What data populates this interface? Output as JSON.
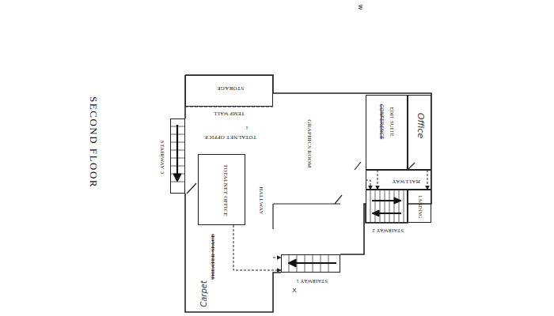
{
  "diagram": {
    "nodes": [
      {
        "text": [
          "STORAGE"
        ]
      },
      {
        "text": [
          "TOTALNET OFFICE"
        ]
      },
      {
        "text": [
          "TOTALNET OFFICE"
        ]
      },
      {
        "text": [
          "HALLWAY"
        ]
      },
      {
        "text": [
          "THEATER SPACE",
          "Carpet"
        ]
      },
      {
        "text": [
          "STAIRWAY 3"
        ]
      },
      {
        "text": [
          "GRAPHICS ROOM"
        ]
      },
      {
        "text": [
          "CONFERENCE",
          "EDIT SUITE"
        ]
      },
      {
        "text": [
          "Office"
        ]
      },
      {
        "text": [
          "HALLWAY"
        ]
      },
      {
        "text": [
          "STAIRWAY 2"
        ]
      },
      {
        "text": [
          "LANDING"
        ]
      },
      {
        "text": [
          "STAIRWAY 1"
        ]
      }
    ],
    "edges": [
      {
        "from": 2,
        "to": 12,
        "arrow": "to"
      },
      {
        "from": 3,
        "to": 12,
        "arrow": "to"
      },
      {
        "from": 6,
        "to": 9,
        "arrow": "to"
      },
      {
        "from": 7,
        "to": 9,
        "arrow": "to"
      },
      {
        "from": 8,
        "to": 9,
        "arrow": "to"
      }
    ],
    "labels": [
      "SECOND FLOOR",
      "TEMP WALL",
      "1",
      "X",
      "W"
    ]
  }
}
